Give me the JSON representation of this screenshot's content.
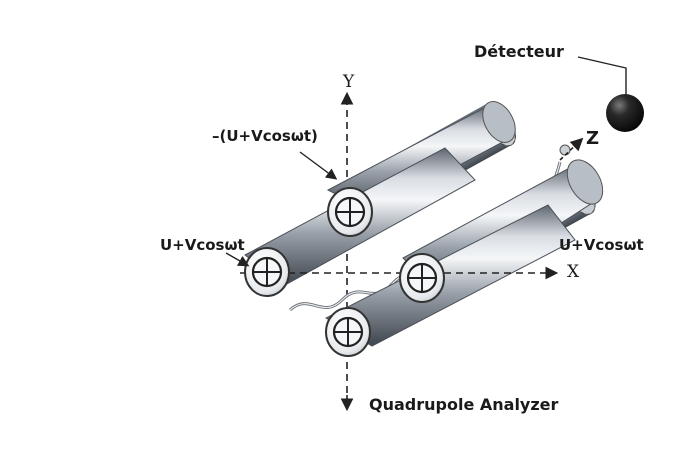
{
  "labels": {
    "detector": "Détecteur",
    "top_voltage": "–(U+Vcosωt)",
    "left_voltage": "U+Vcosωt",
    "right_voltage": "U+Vcosωt",
    "caption": "Quadrupole Analyzer"
  },
  "axes": {
    "y": "Y",
    "x": "X",
    "z": "Z"
  },
  "colors": {
    "rod_dark": "#4a5058",
    "rod_light": "#e4e8ed",
    "detector": "#111111",
    "axis": "#222222"
  }
}
